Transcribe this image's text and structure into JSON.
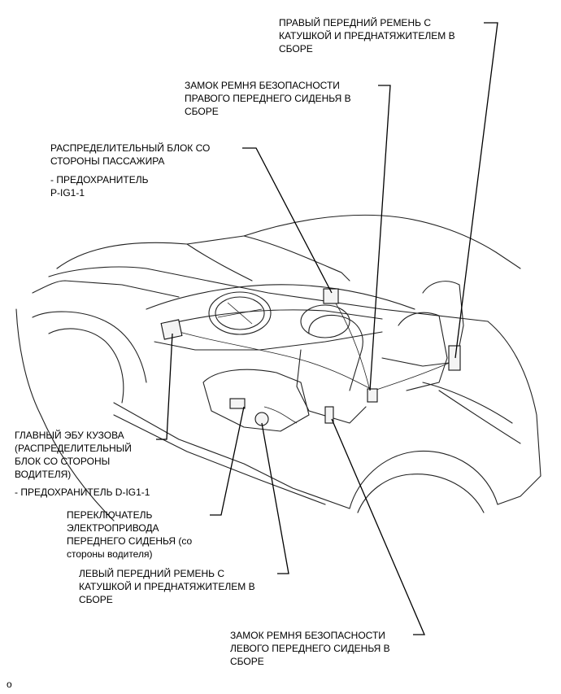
{
  "labels": {
    "right_front_belt": [
      "ПРАВЫЙ ПЕРЕДНИЙ РЕМЕНЬ С",
      "КАТУШКОЙ И ПРЕДНАТЯЖИТЕЛЕМ В",
      "СБОРЕ"
    ],
    "right_front_buckle": [
      "ЗАМОК РЕМНЯ БЕЗОПАСНОСТИ",
      "ПРАВОГО ПЕРЕДНЕГО СИДЕНЬЯ В",
      "СБОРЕ"
    ],
    "passenger_junction_block": [
      "РАСПРЕДЕЛИТЕЛЬНЫЙ БЛОК СО",
      "СТОРОНЫ ПАССАЖИРА"
    ],
    "passenger_fuse": [
      "- ПРЕДОХРАНИТЕЛЬ",
      "P-IG1-1"
    ],
    "main_body_ecu": [
      "ГЛАВНЫЙ ЭБУ КУЗОВА",
      "(РАСПРЕДЕЛИТЕЛЬНЫЙ",
      "БЛОК СО СТОРОНЫ",
      "ВОДИТЕЛЯ)"
    ],
    "driver_fuse": [
      "- ПРЕДОХРАНИТЕЛЬ D-IG1-1"
    ],
    "seat_power_switch": [
      "ПЕРЕКЛЮЧАТЕЛЬ",
      "ЭЛЕКТРОПРИВОДА",
      "ПЕРЕДНЕГО СИДЕНЬЯ (со",
      "стороны водителя)"
    ],
    "left_front_belt": [
      "ЛЕВЫЙ ПЕРЕДНИЙ РЕМЕНЬ С",
      "КАТУШКОЙ И ПРЕДНАТЯЖИТЕЛЕМ В",
      "СБОРЕ"
    ],
    "left_front_buckle": [
      "ЗАМОК РЕМНЯ БЕЗОПАСНОСТИ",
      "ЛЕВОГО ПЕРЕДНЕГО СИДЕНЬЯ В",
      "СБОРЕ"
    ]
  },
  "figure_code": "o"
}
